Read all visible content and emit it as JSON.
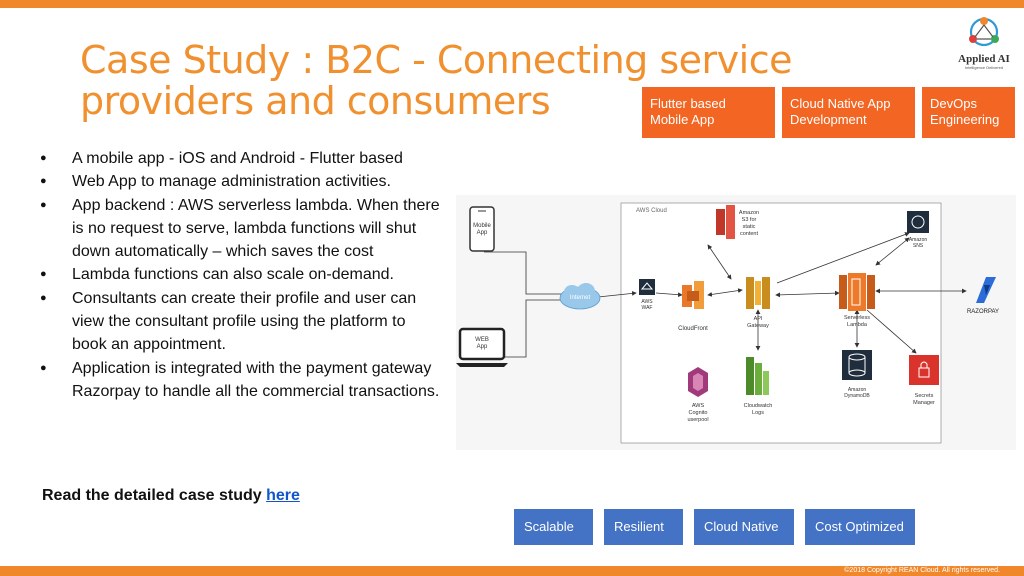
{
  "title": "Case Study : B2C -  Connecting service providers and consumers",
  "logo": {
    "name": "Applied AI",
    "tagline": "Intelligence Delivered"
  },
  "tags": [
    "Flutter based Mobile App",
    "Cloud Native App Development",
    "DevOps Engineering"
  ],
  "bullets": [
    "A mobile app - iOS and Android - Flutter based",
    "Web App to manage administration activities.",
    "App backend : AWS serverless lambda. When there is no request to serve, lambda functions will shut down automatically – which saves the cost",
    "Lambda functions can also scale on-demand.",
    "Consultants can create their profile and user can view the consultant profile using the platform to book an appointment.",
    "Application is integrated with the  payment gateway Razorpay to handle all the commercial transactions."
  ],
  "read_more": {
    "text": "Read the detailed case study",
    "link": "here"
  },
  "features": [
    "Scalable",
    "Resilient",
    "Cloud Native",
    "Cost Optimized"
  ],
  "footer": "©2018 Copyright REAN Cloud. All rights reserved.",
  "diagram": {
    "aws_cloud": "AWS Cloud",
    "mobile_app": [
      "Mobile",
      "App"
    ],
    "web_app": [
      "WEB",
      "App"
    ],
    "internet": "Internet",
    "waf": [
      "AWS",
      "WAF"
    ],
    "cloudfront": "CloudFront",
    "cognito": [
      "AWS",
      "Cognito",
      "userpool"
    ],
    "s3": [
      "Amazon",
      "S3 for",
      "static",
      "content"
    ],
    "api_gateway": [
      "API",
      "Gateway"
    ],
    "cloudwatch": [
      "Cloudwatch",
      "Logs"
    ],
    "lambda": [
      "Serverless",
      "Lambda"
    ],
    "sns": [
      "Amazon",
      "SNS"
    ],
    "dynamodb": [
      "Amazon",
      "DynamoDB"
    ],
    "secrets": [
      "Secrets",
      "Manager"
    ],
    "razorpay": "RAZORPAY"
  },
  "colors": {
    "accent": "#f0872a",
    "tag": "#f26522",
    "feature": "#4472c4",
    "link": "#1155cc"
  }
}
